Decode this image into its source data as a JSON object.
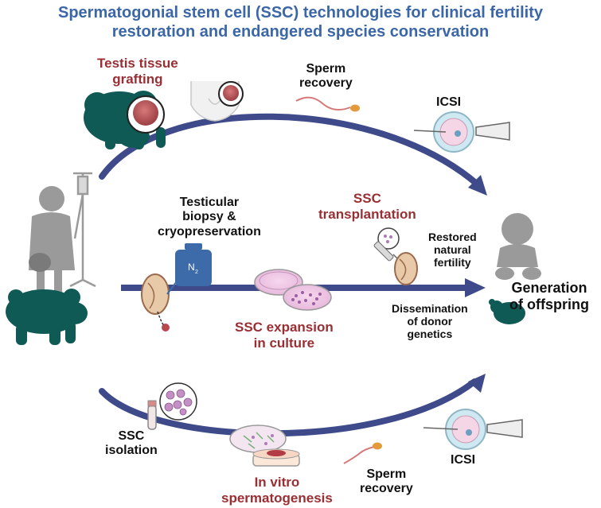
{
  "title": {
    "line1": "Spermatogonial stem cell (SSC) technologies for clinical fertility",
    "line2": "restoration and endangered species conservation"
  },
  "labels": {
    "testis_grafting_1": "Testis tissue",
    "testis_grafting_2": "grafting",
    "sperm_recovery_top_1": "Sperm",
    "sperm_recovery_top_2": "recovery",
    "icsi_top": "ICSI",
    "biopsy_1": "Testicular",
    "biopsy_2": "biopsy &",
    "biopsy_3": "cryopreservation",
    "n2": "N",
    "n2_sub": "2",
    "ssc_transplant_1": "SSC",
    "ssc_transplant_2": "transplantation",
    "restored_1": "Restored",
    "restored_2": "natural",
    "restored_3": "fertility",
    "expansion_1": "SSC expansion",
    "expansion_2": "in culture",
    "dissemination_1": "Dissemination",
    "dissemination_2": "of donor",
    "dissemination_3": "genetics",
    "offspring_1": "Generation",
    "offspring_2": "of offspring",
    "isolation_1": "SSC",
    "isolation_2": "isolation",
    "invitro_1": "In vitro",
    "invitro_2": "spermatogenesis",
    "sperm_recovery_bot_1": "Sperm",
    "sperm_recovery_bot_2": "recovery",
    "icsi_bottom": "ICSI"
  },
  "colors": {
    "title": "#3b67a8",
    "highlight_label": "#9a2e33",
    "arrow": "#3f4a8a",
    "animal": "#0f5a55",
    "human_silhouette": "#9a9a9a"
  },
  "icons": [
    "bear-icon",
    "koala-icon",
    "child-patient-icon",
    "iv-stand-icon",
    "baby-icon",
    "sperm-icon",
    "icsi-icon",
    "petri-dish-icon",
    "nitrogen-tank-icon",
    "testis-icon",
    "cell-icon",
    "tube-icon",
    "syringe-icon"
  ]
}
